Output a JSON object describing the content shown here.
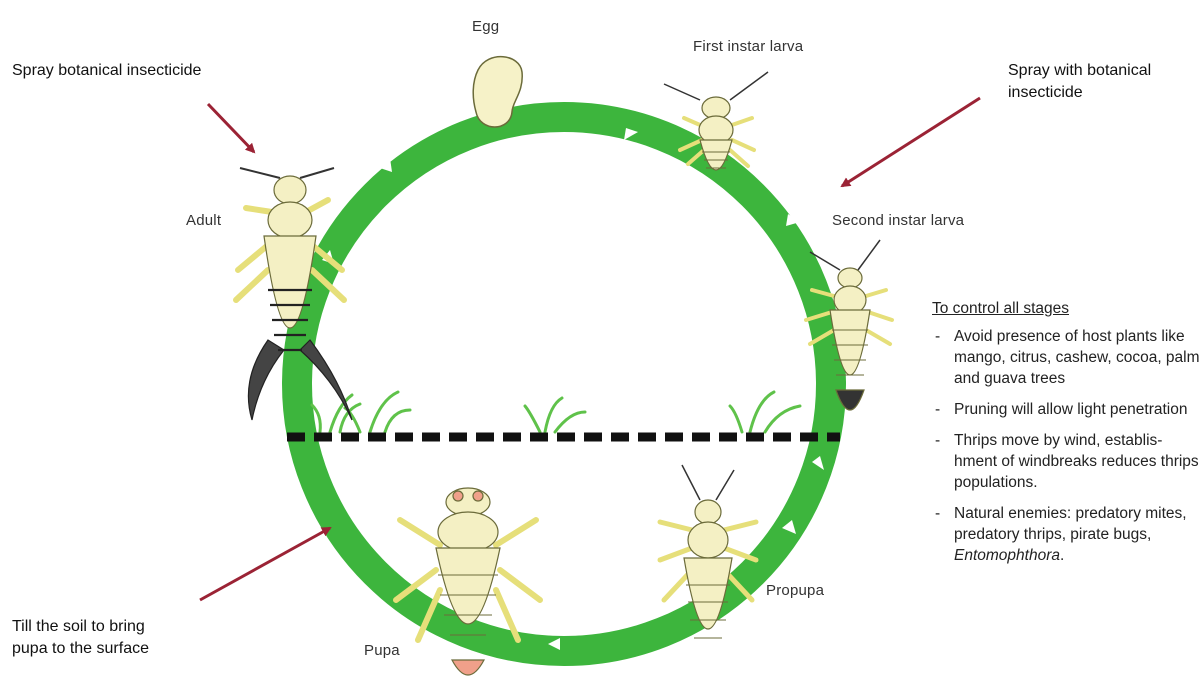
{
  "stages": {
    "egg": "Egg",
    "first_instar": "First instar larva",
    "second_instar": "Second instar larva",
    "propupa": "Propupa",
    "pupa": "Pupa",
    "adult": "Adult"
  },
  "actions": {
    "spray_adult": "Spray botanical insecticide",
    "spray_larva_line1": "Spray with botanical",
    "spray_larva_line2": "insecticide",
    "till_line1": "Till the soil to bring",
    "till_line2": "pupa to the surface"
  },
  "control": {
    "heading": "To control all stages",
    "items": [
      {
        "dash": "-",
        "text": "Avoid presence of host plants like mango, citrus, cashew, cocoa, palm and guava trees"
      },
      {
        "dash": "-",
        "text": "Pruning will allow light penetration"
      },
      {
        "dash": "-",
        "text": "Thrips move by wind, establis-hment of windbreaks reduces thrips populations."
      },
      {
        "dash": "-",
        "text_before": "Natural enemies: predatory mites, predatory thrips, pirate bugs, ",
        "text_italic": "Entomophthora",
        "text_after": "."
      }
    ]
  },
  "colors": {
    "cycle_ring": "#3db53d",
    "ring_arrow": "#ffffff",
    "pointer_arrow": "#9b2335",
    "ground_line": "#111111",
    "grass": "#5fc24a",
    "insect_body": "#f4f0c4",
    "insect_outline": "#6b6b3a",
    "insect_legs": "#e6df7a"
  }
}
